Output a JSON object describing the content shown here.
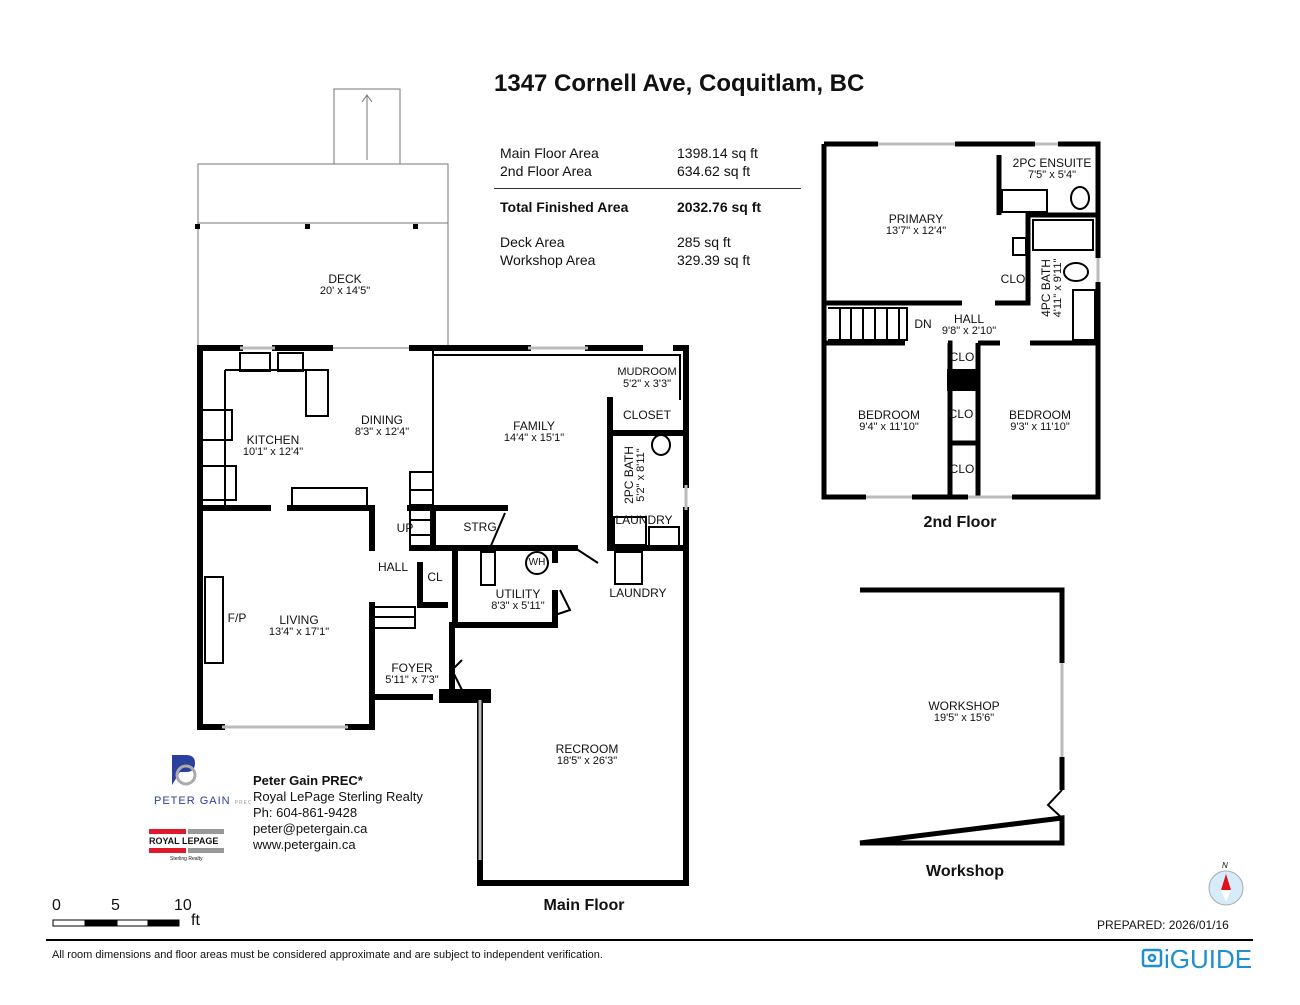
{
  "header": {
    "title": "1347 Cornell Ave, Coquitlam, BC"
  },
  "areas": [
    {
      "label": "Main Floor Area",
      "value": "1398.14 sq ft"
    },
    {
      "label": "2nd Floor Area",
      "value": "634.62 sq ft"
    },
    {
      "label": "Total Finished Area",
      "value": "2032.76 sq ft"
    },
    {
      "label": "Deck Area",
      "value": "285 sq ft"
    },
    {
      "label": "Workshop Area",
      "value": "329.39 sq ft"
    }
  ],
  "main_floor": {
    "label": "Main Floor",
    "rooms": [
      {
        "name": "DECK",
        "dim": "20' x 14'5\""
      },
      {
        "name": "KITCHEN",
        "dim": "10'1\" x 12'4\""
      },
      {
        "name": "DINING",
        "dim": "8'3\" x 12'4\""
      },
      {
        "name": "FAMILY",
        "dim": "14'4\" x 15'1\""
      },
      {
        "name": "MUDROOM",
        "dim": "5'2\" x 3'3\""
      },
      {
        "name": "2PC BATH",
        "dim": "5'2\" x 8'11\""
      },
      {
        "name": "UTILITY",
        "dim": "8'3\" x 5'11\""
      },
      {
        "name": "LIVING",
        "dim": "13'4\" x 17'1\""
      },
      {
        "name": "FOYER",
        "dim": "5'11\" x 7'3\""
      },
      {
        "name": "RECROOM",
        "dim": "18'5\" x 26'3\""
      }
    ],
    "tags": {
      "closet": "CLOSET",
      "laundry_upper": "LAUNDRY",
      "up": "UP",
      "strg": "STRG",
      "hall": "HALL",
      "cl": "CL",
      "wh": "WH",
      "laundry": "LAUNDRY",
      "fp": "F/P"
    }
  },
  "second_floor": {
    "label": "2nd Floor",
    "rooms": [
      {
        "name": "PRIMARY",
        "dim": "13'7\" x 12'4\""
      },
      {
        "name": "2PC ENSUITE",
        "dim": "7'5\" x 5'4\""
      },
      {
        "name": "4PC BATH",
        "dim": "4'11\" x 9'11\""
      },
      {
        "name": "HALL",
        "dim": "9'8\" x 2'10\""
      },
      {
        "name": "BEDROOM",
        "dim": "9'4\" x 11'10\""
      },
      {
        "name": "BEDROOM",
        "dim": "9'3\" x 11'10\""
      }
    ],
    "tags": {
      "clo": "CLO",
      "dn": "DN"
    }
  },
  "workshop": {
    "label": "Workshop",
    "rooms": [
      {
        "name": "WORKSHOP",
        "dim": "19'5\" x 15'6\""
      }
    ]
  },
  "agent": {
    "logo_text": "PETER GAIN",
    "logo_suffix": "PREC",
    "brokerage_logo": "ROYAL LEPAGE",
    "brokerage_logo_sub": "Sterling Realty",
    "name": "Peter Gain PREC*",
    "company": "Royal LePage Sterling Realty",
    "phone": "Ph: 604-861-9428",
    "email": "peter@petergain.ca",
    "website": "www.petergain.ca"
  },
  "scale_bar": {
    "ticks": [
      "0",
      "5",
      "10"
    ],
    "unit": "ft"
  },
  "compass": {
    "label": "N"
  },
  "prepared": "PREPARED: 2026/01/16",
  "disclaimer": "All room dimensions and floor areas must be considered approximate and are subject to independent verification.",
  "brand": "iGUIDE",
  "colors": {
    "brand": "#1e8fd0",
    "walls": "#000000",
    "compass_needle": "#e0101a",
    "royal_lepage_red": "#e01a2b"
  }
}
